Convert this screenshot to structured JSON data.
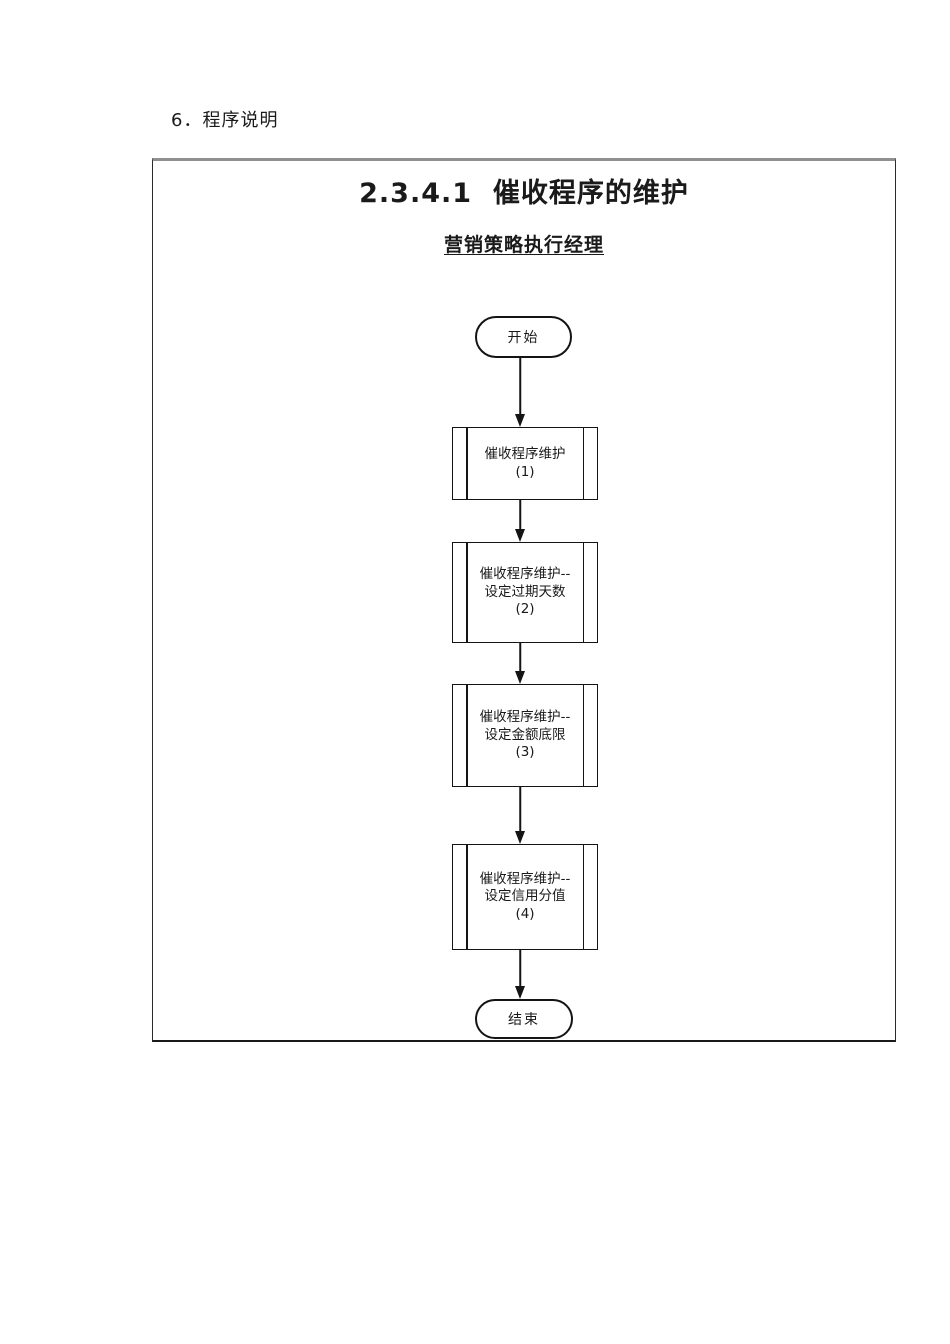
{
  "page": {
    "heading": "6．程序说明"
  },
  "diagram": {
    "title": "2.3.4.1  催收程序的维护",
    "subtitle": "营销策略执行经理",
    "nodes": {
      "start": "开始",
      "end": "结束"
    },
    "steps": [
      {
        "line1": "催收程序维护",
        "num": "(1)"
      },
      {
        "line1": "催收程序维护--",
        "line2": "设定过期天数",
        "num": "(2)"
      },
      {
        "line1": "催收程序维护--",
        "line2": "设定金额底限",
        "num": "(3)"
      },
      {
        "line1": "催收程序维护--",
        "line2": "设定信用分值",
        "num": "(4)"
      }
    ],
    "flow_order": [
      "开始",
      "催收程序维护(1)",
      "催收程序维护--设定过期天数(2)",
      "催收程序维护--设定金额底限(3)",
      "催收程序维护--设定信用分值(4)",
      "结束"
    ],
    "colors": {
      "ink": "#1a1a1a",
      "shape_stroke": "#141414",
      "frame_top_border": "#8f8f8f",
      "background": "#ffffff"
    }
  }
}
